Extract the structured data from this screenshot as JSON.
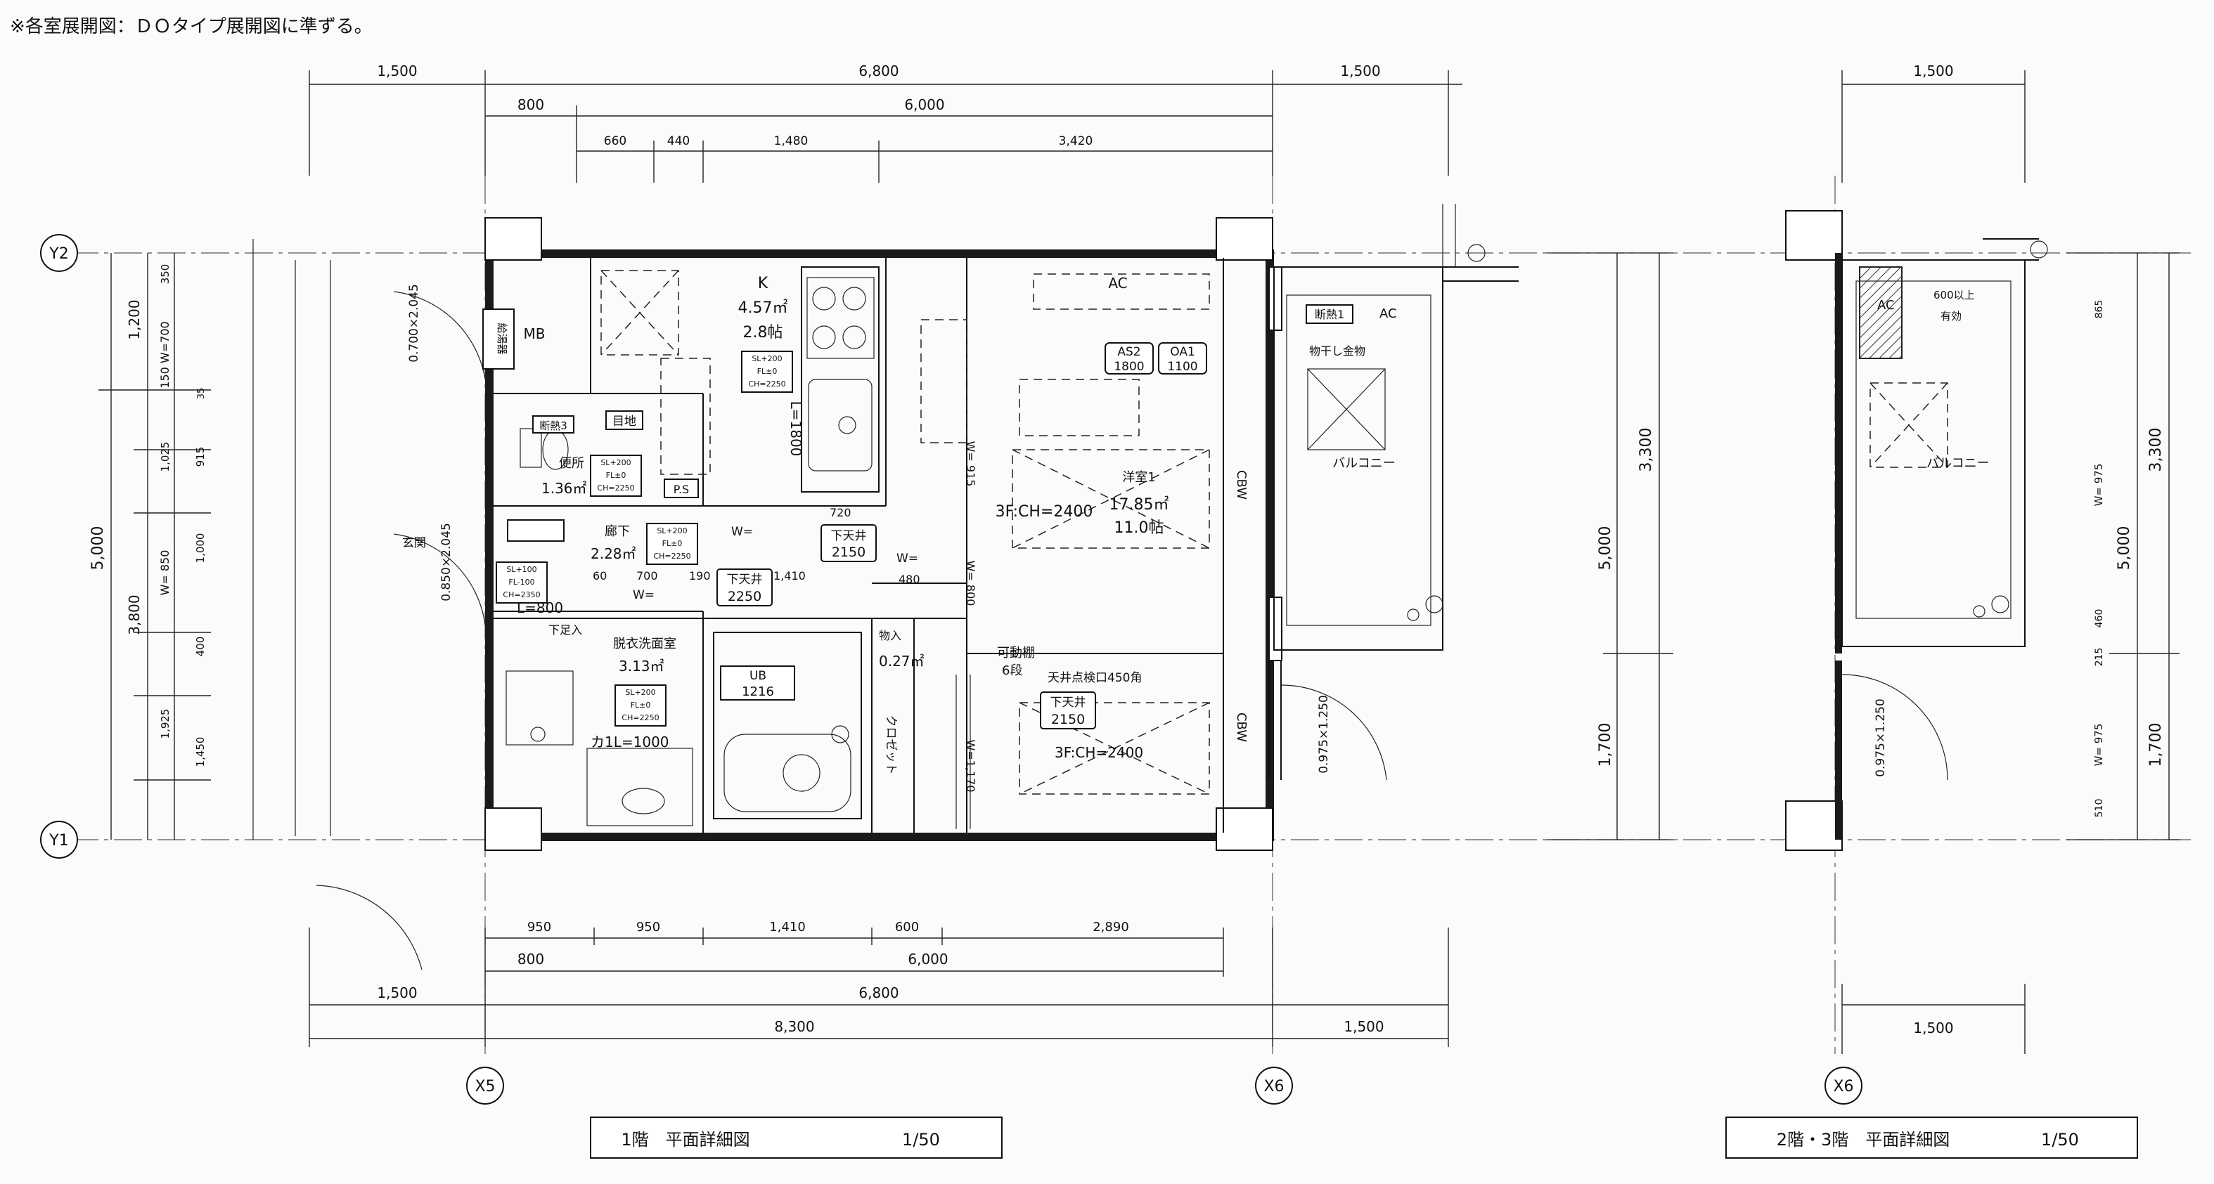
{
  "header_note": "※各室展開図：ＤＯタイプ展開図に準ずる。",
  "grid_labels": {
    "y2": "Y2",
    "y1": "Y1",
    "x5": "X5",
    "x6": "X6",
    "x6b": "X6"
  },
  "dims_top": {
    "d1500a": "1,500",
    "d6800": "6,800",
    "d1500b": "1,500",
    "d800": "800",
    "d6000": "6,000",
    "d660": "660",
    "d440": "440",
    "d1480": "1,480",
    "d3420": "3,420"
  },
  "dims_bottom": {
    "d950a": "950",
    "d950b": "950",
    "d1410": "1,410",
    "d600": "600",
    "d2890": "2,890",
    "d800": "800",
    "d6000": "6,000",
    "d1500a": "1,500",
    "d6800": "6,800",
    "d8300": "8,300",
    "d1500b": "1,500"
  },
  "dims_left": {
    "d5000": "5,000",
    "d1200": "1,200",
    "d3800": "3,800",
    "w700": "150 W=700",
    "w850": "W= 850",
    "d1025": "1,025",
    "d1000": "1,000",
    "d1925": "1,925",
    "d1450": "1,450",
    "d915": "915",
    "d400": "400",
    "d350": "350",
    "d35": "35",
    "door1": "0.700×2.045",
    "door2": "0.850×2.045"
  },
  "dims_right": {
    "d3300": "3,300",
    "d5000": "5,000",
    "d1700": "1,700",
    "door3": "0.975×1.250"
  },
  "rooms": {
    "kitchen": {
      "name": "K",
      "area": "4.57㎡",
      "tatami": "2.8帖"
    },
    "western": {
      "name": "洋室1",
      "area": "17.85㎡",
      "tatami": "11.0帖",
      "ch": "3F:CH=2400"
    },
    "toilet": {
      "name": "便所",
      "area": "1.36㎡"
    },
    "hall": {
      "name": "廊下",
      "area": "2.28㎡"
    },
    "washroom": {
      "name": "脱衣洗面室",
      "area": "3.13㎡"
    },
    "entrance": "玄関",
    "balcony": "バルコニー",
    "closet": "クロゼット",
    "storage": {
      "name": "物入",
      "area": "0.27㎡"
    },
    "shelf": {
      "line1": "可動棚",
      "line2": "6段"
    }
  },
  "tags": {
    "mb": "MB",
    "jichi": "目地",
    "ps": "P.S",
    "ac": "AC",
    "ub": "UB",
    "ub_size": "1216",
    "kasa": "カ1L=1000",
    "l800": "L=800",
    "l1800": "L=1800",
    "geta": "下足入",
    "cbw": "CBW",
    "as2": "AS2",
    "as2v": "1800",
    "oa1": "OA1",
    "oa1v": "1100",
    "dan3": "断熱3",
    "dan1": "断熱1",
    "sagetenjo1": "下天井",
    "sagetenjo1v": "2150",
    "sagetenjo2": "下天井",
    "sagetenjo2v": "2250",
    "sagetenjo3": "下天井",
    "sagetenjo3v": "2150",
    "tenken": "天井点検口450角",
    "ch_low": "3F:CH=2400",
    "monohoshi": "物干し金物",
    "kyusui": "給湯器",
    "fl_sl": "SL+200",
    "fl_fl": "FL±0",
    "fl_ch": "CH=2250",
    "gen_sl": "SL+100",
    "gen_fl": "FL-100",
    "gen_ch": "CH=2350",
    "w915": "W= 915",
    "w800": "W= 800",
    "w1170": "W=1,170",
    "w": "W=",
    "w480": "480",
    "w60": "60",
    "w700": "700",
    "w190": "190",
    "w1410": "1,410",
    "w720": "720",
    "yuko": "有効",
    "over600": "600以上"
  },
  "title_blocks": {
    "first": {
      "name": "1階　平面詳細図",
      "scale": "1/50"
    },
    "second": {
      "name": "2階・3階　平面詳細図",
      "scale": "1/50"
    }
  },
  "right_dims": {
    "d1500": "1,500",
    "d3300": "3,300",
    "d5000": "5,000",
    "d1700": "1,700",
    "d1500b": "1,500",
    "w975": "W= 975",
    "w975b": "W= 975",
    "d865": "865",
    "d460": "460",
    "d215": "215",
    "d510": "510",
    "door": "0.975×1.250"
  }
}
